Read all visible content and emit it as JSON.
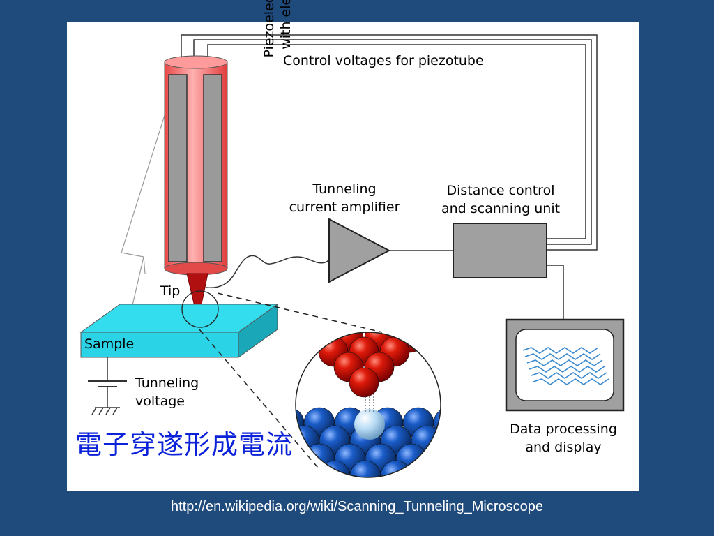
{
  "diagram": {
    "labels": {
      "control_voltages": "Control voltages for piezotube",
      "piezo_line1": "Piezoelectric tube",
      "piezo_line2": "with electrodes",
      "amplifier_line1": "Tunneling",
      "amplifier_line2": "current amplifier",
      "distance_line1": "Distance control",
      "distance_line2": "and scanning unit",
      "tip": "Tip",
      "sample": "Sample",
      "voltage_line1": "Tunneling",
      "voltage_line2": "voltage",
      "data_line1": "Data processing",
      "data_line2": "and display"
    },
    "chinese_caption": "電子穿遂形成電流"
  },
  "source_url": "http://en.wikipedia.org/wiki/Scanning_Tunneling_Microscope",
  "colors": {
    "background": "#1f4a7c",
    "piezo_tube": "#f06060",
    "sample": "#33ddee",
    "tip_atoms": "#cc1100",
    "sample_atoms": "#1a5cc8",
    "caption": "#0b22d8"
  }
}
